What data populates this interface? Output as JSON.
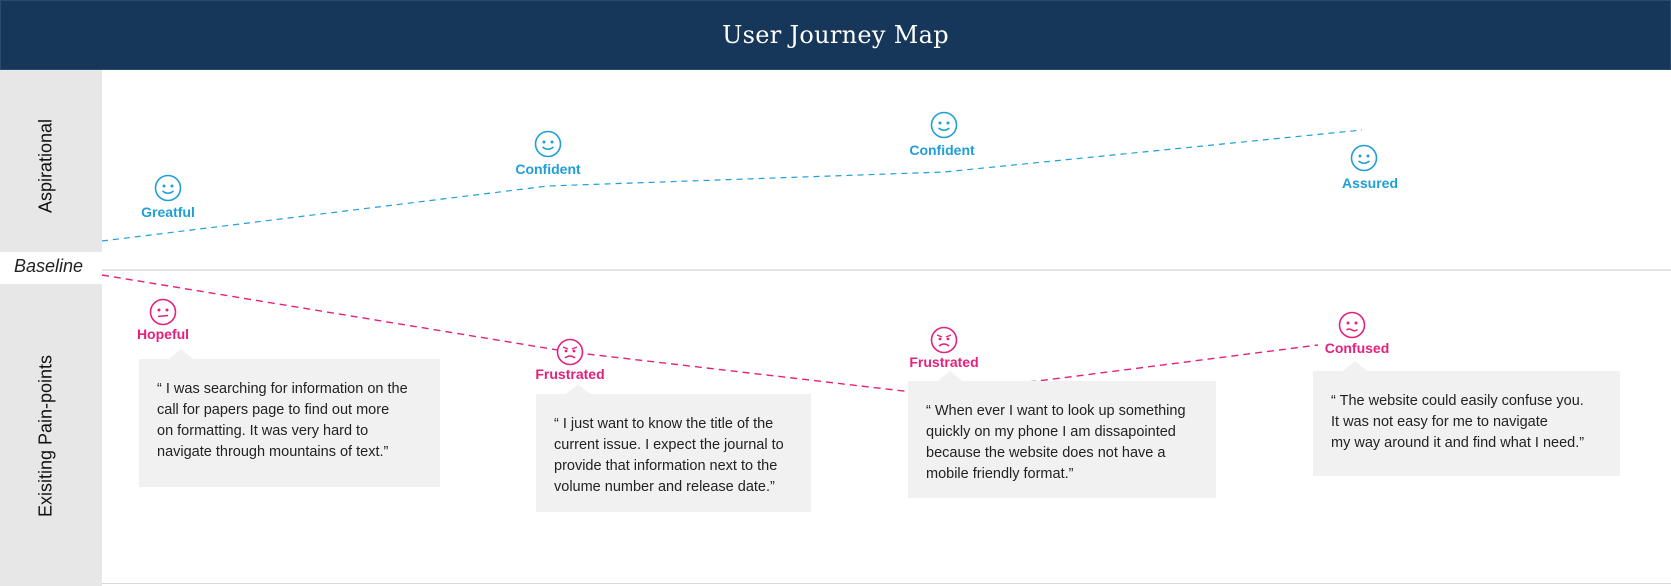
{
  "header": {
    "title": "User Journey Map"
  },
  "side": {
    "aspirational": "Aspirational",
    "baseline": "Baseline",
    "pain_points": "Exisiting Pain-points"
  },
  "colors": {
    "aspirational": "#1e9fd7",
    "pain": "#e5207d",
    "header_bg": "#17375a"
  },
  "aspirational": [
    {
      "label": "Greatful",
      "icon": "smile-icon"
    },
    {
      "label": "Confident",
      "icon": "smile-icon"
    },
    {
      "label": "Confident",
      "icon": "smile-icon"
    },
    {
      "label": "Assured",
      "icon": "smile-icon"
    }
  ],
  "pain_points": [
    {
      "label": "Hopeful",
      "icon": "neutral-face-icon",
      "quote": "“ I was searching for information on the\ncall for papers page to find out more\non formatting. It was very hard to\nnavigate through mountains of text.”"
    },
    {
      "label": "Frustrated",
      "icon": "frustrated-face-icon",
      "quote": "“ I just want to know the title of the\ncurrent issue. I expect the journal to\nprovide that information next to the\nvolume number and release date.”"
    },
    {
      "label": "Frustrated",
      "icon": "frustrated-face-icon",
      "quote": "“ When ever I want to look up something\nquickly on my phone I am dissapointed\nbecause the website does not have a\nmobile friendly format.”"
    },
    {
      "label": "Confused",
      "icon": "confused-face-icon",
      "quote": "“ The website could easily confuse you.\nIt was not easy for me to navigate\nmy way around it and find what I need.”"
    }
  ]
}
